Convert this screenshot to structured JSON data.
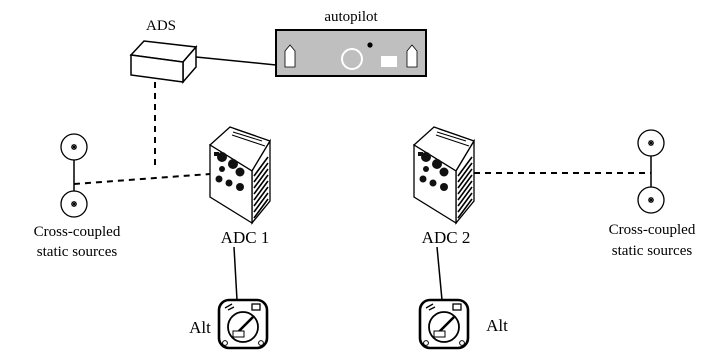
{
  "diagram": {
    "ads_label": "ADS",
    "autopilot_label": "autopilot",
    "adc1_label": "ADC 1",
    "adc2_label": "ADC 2",
    "left_static": {
      "line1": "Cross-coupled",
      "line2": "static sources"
    },
    "right_static": {
      "line1": "Cross-coupled",
      "line2": "static sources"
    },
    "alt_left_label": "Alt",
    "alt_right_label": "Alt"
  }
}
